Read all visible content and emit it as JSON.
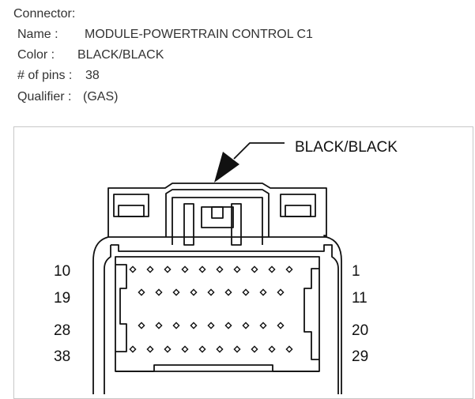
{
  "connector": {
    "heading": "Connector:",
    "name_label": "Name :",
    "name_value": "MODULE-POWERTRAIN CONTROL C1",
    "color_label": "Color :",
    "color_value": "BLACK/BLACK",
    "pins_label": "# of pins :",
    "pins_value": "38",
    "qualifier_label": "Qualifier :",
    "qualifier_value": "(GAS)"
  },
  "diagram": {
    "callout": "BLACK/BLACK",
    "left_labels": [
      "10",
      "19",
      "28",
      "38"
    ],
    "right_labels": [
      "1",
      "11",
      "20",
      "29"
    ]
  }
}
